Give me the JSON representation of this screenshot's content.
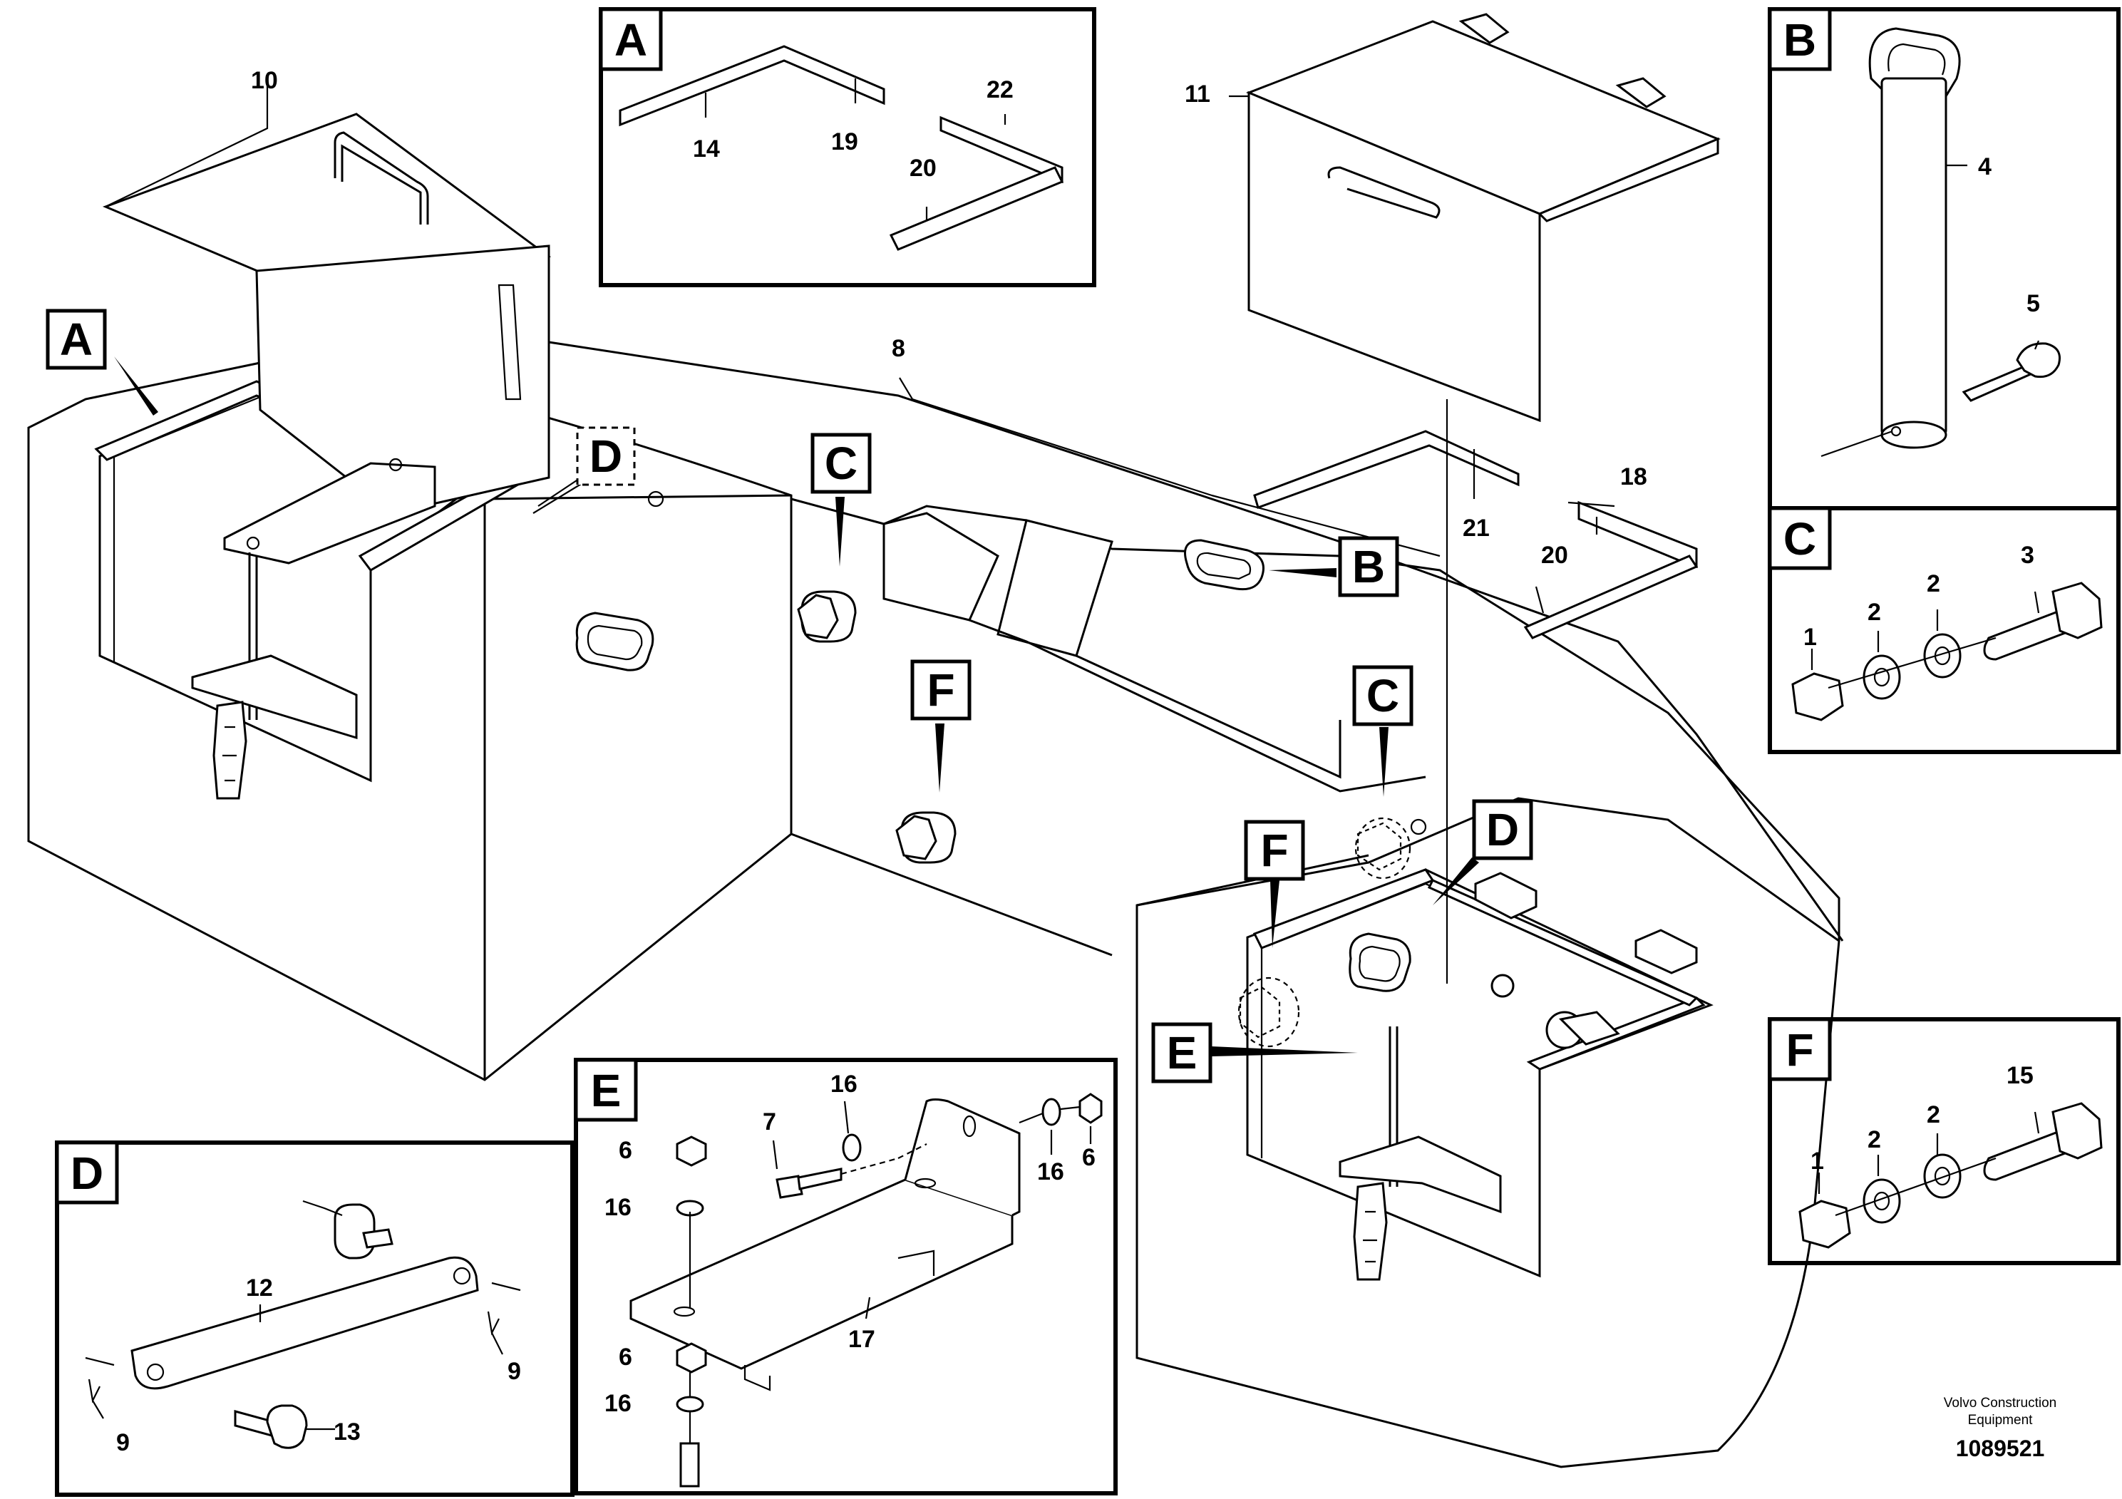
{
  "callouts": {
    "p1": "1",
    "p2": "2",
    "p3": "3",
    "p4": "4",
    "p5": "5",
    "p6": "6",
    "p7": "7",
    "p8": "8",
    "p9": "9",
    "p10": "10",
    "p11": "11",
    "p12": "12",
    "p13": "13",
    "p14": "14",
    "p15": "15",
    "p16": "16",
    "p17": "17",
    "p18": "18",
    "p19": "19",
    "p20": "20",
    "p21": "21",
    "p22": "22"
  },
  "detail_letters": {
    "A": "A",
    "B": "B",
    "C": "C",
    "D": "D",
    "E": "E",
    "F": "F"
  },
  "footer": {
    "brand_line1": "Volvo Construction",
    "brand_line2": "Equipment",
    "doc_number": "1089521"
  }
}
